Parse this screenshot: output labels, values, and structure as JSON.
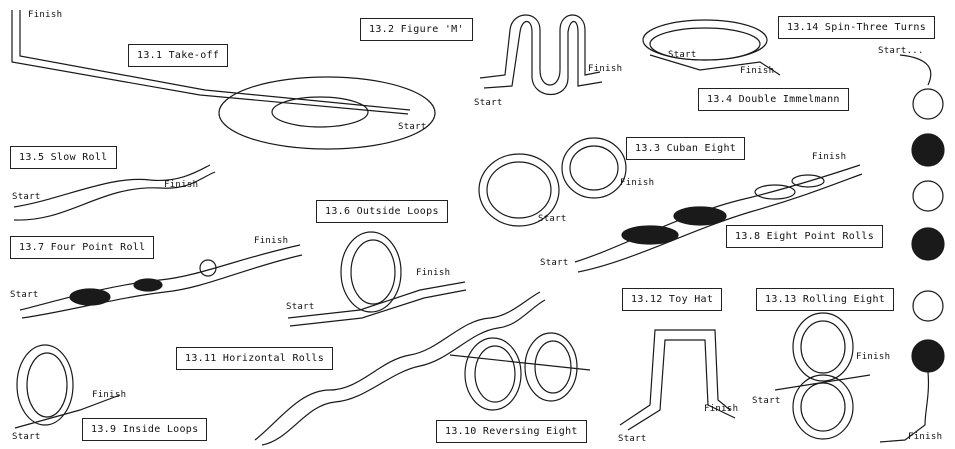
{
  "maneuvers": {
    "takeoff": "13.1 Take-off",
    "figure_m": "13.2 Figure 'M'",
    "spin_three": "13.14 Spin-Three Turns",
    "double_immelmann": "13.4 Double Immelmann",
    "slow_roll": "13.5 Slow Roll",
    "cuban_eight": "13.3 Cuban Eight",
    "outside_loops": "13.6 Outside Loops",
    "four_point": "13.7 Four Point Roll",
    "eight_point": "13.8 Eight Point Rolls",
    "toy_hat": "13.12 Toy Hat",
    "rolling_eight": "13.13 Rolling Eight",
    "horizontal_rolls": "13.11 Horizontal Rolls",
    "inside_loops": "13.9 Inside Loops",
    "reverse_eight": "13.10 Reversing Eight"
  },
  "labels": {
    "start": "Start",
    "finish": "Finish",
    "start_dots": "Start..."
  },
  "colors": {
    "ink": "#1a1a1a",
    "paper": "#ffffff"
  }
}
